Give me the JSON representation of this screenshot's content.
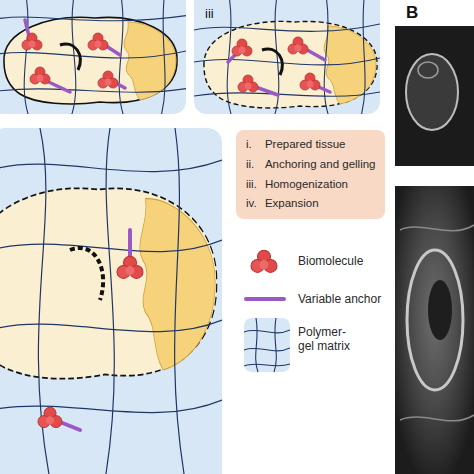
{
  "diagram": {
    "nodes": [
      {
        "text": [
          "i.",
          "Prepared tissue",
          "ii.",
          "Anchoring and gelling",
          "iii.",
          "Homogenization",
          "iv.",
          "Expansion"
        ]
      }
    ],
    "labels": [
      "iii",
      "B"
    ],
    "legend": [
      {
        "text": "Biomolecule"
      },
      {
        "text": "Variable anchor"
      },
      {
        "text": "Polymer-gel matrix"
      }
    ]
  }
}
